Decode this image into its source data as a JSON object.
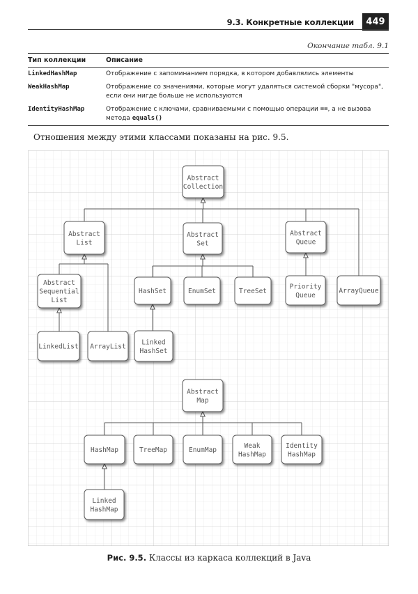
{
  "header": {
    "section_title": "9.3. Конкретные коллекции",
    "page_number": "449",
    "continuation": "Окончание табл. 9.1"
  },
  "table": {
    "headers": [
      "Тип коллекции",
      "Описание"
    ],
    "rows": [
      {
        "name": "LinkedHashMap",
        "desc": [
          "Отображение с запоминанием порядка, в котором добавлялись элементы"
        ]
      },
      {
        "name": "WeakHashMap",
        "desc": [
          "Отображение со значениями, которые могут удаляться системой сборки \"мусора\",",
          "если они нигде больше не используются"
        ]
      },
      {
        "name": "IdentityHashMap",
        "desc_line1_pre": "Отображение с ключами, сравниваемыми с помощью операции ",
        "desc_line1_code": "==",
        "desc_line1_post": ", а не вызова",
        "desc_line2_pre": "метода ",
        "desc_line2_code": "equals()"
      }
    ]
  },
  "intro": "Отношения между этими классами показаны на рис. 9.5.",
  "diagram": {
    "boxes": {
      "abstract_collection": [
        "Abstract",
        "Collection"
      ],
      "abstract_list": [
        "Abstract",
        "List"
      ],
      "abstract_set": [
        "Abstract",
        "Set"
      ],
      "abstract_queue": [
        "Abstract",
        "Queue"
      ],
      "abstract_sequential_list": [
        "Abstract",
        "Sequential",
        "List"
      ],
      "hash_set": [
        "HashSet"
      ],
      "enum_set": [
        "EnumSet"
      ],
      "tree_set": [
        "TreeSet"
      ],
      "priority_queue": [
        "Priority",
        "Queue"
      ],
      "array_queue": [
        "ArrayQueue"
      ],
      "linked_list": [
        "LinkedList"
      ],
      "array_list": [
        "ArrayList"
      ],
      "linked_hash_set": [
        "Linked",
        "HashSet"
      ],
      "abstract_map": [
        "Abstract",
        "Map"
      ],
      "hash_map": [
        "HashMap"
      ],
      "tree_map": [
        "TreeMap"
      ],
      "enum_map": [
        "EnumMap"
      ],
      "weak_hash_map": [
        "Weak",
        "HashMap"
      ],
      "identity_hash_map": [
        "Identity",
        "HashMap"
      ],
      "linked_hash_map": [
        "Linked",
        "HashMap"
      ]
    }
  },
  "caption": {
    "label": "Рис. 9.5.",
    "text": " Классы из каркаса коллекций в Java"
  }
}
